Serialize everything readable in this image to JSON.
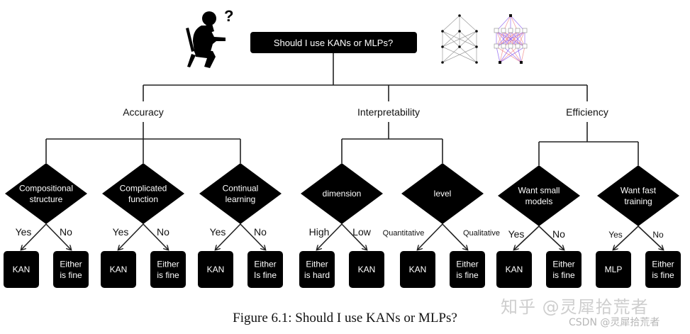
{
  "root": {
    "label": "Should I use KANs or MLPs?"
  },
  "criteria": [
    {
      "label": "Accuracy",
      "questions": [
        {
          "label": [
            "Compositional",
            "structure"
          ],
          "left_edge": "Yes",
          "right_edge": "No",
          "left_outcome": [
            "KAN"
          ],
          "right_outcome": [
            "Either",
            "is fine"
          ]
        },
        {
          "label": [
            "Complicated",
            "function"
          ],
          "left_edge": "Yes",
          "right_edge": "No",
          "left_outcome": [
            "KAN"
          ],
          "right_outcome": [
            "Either",
            "is fine"
          ]
        },
        {
          "label": [
            "Continual",
            "learning"
          ],
          "left_edge": "Yes",
          "right_edge": "No",
          "left_outcome": [
            "KAN"
          ],
          "right_outcome": [
            "Either",
            "Is fine"
          ]
        }
      ]
    },
    {
      "label": "Interpretability",
      "questions": [
        {
          "label": [
            "dimension"
          ],
          "left_edge": "High",
          "right_edge": "Low",
          "left_outcome": [
            "Either",
            "is hard"
          ],
          "right_outcome": [
            "KAN"
          ]
        },
        {
          "label": [
            "level"
          ],
          "left_edge": "Quantitative",
          "right_edge": "Qualitative",
          "left_outcome": [
            "KAN"
          ],
          "right_outcome": [
            "Either",
            "is fine"
          ]
        }
      ]
    },
    {
      "label": "Efficiency",
      "questions": [
        {
          "label": [
            "Want small",
            "models"
          ],
          "left_edge": "Yes",
          "right_edge": "No",
          "left_outcome": [
            "KAN"
          ],
          "right_outcome": [
            "Either",
            "is fine"
          ]
        },
        {
          "label": [
            "Want fast",
            "training"
          ],
          "left_edge": "Yes",
          "right_edge": "No",
          "left_outcome": [
            "MLP"
          ],
          "right_outcome": [
            "Either",
            "is fine"
          ]
        }
      ]
    }
  ],
  "icons": {
    "thinker": "person-thinking-icon",
    "question_mark": "?",
    "kan_network": "kan-network-icon",
    "mlp_network": "mlp-network-icon"
  },
  "colors": {
    "node": "#000000",
    "line": "#222222",
    "mlp_purple": "#8a5cf0",
    "mlp_pink": "#f08a8a"
  },
  "caption": "Figure 6.1: Should I use KANs or MLPs?",
  "watermark": {
    "line1": "知乎 @灵犀拾荒者",
    "line2": "CSDN @灵犀拾荒者"
  }
}
